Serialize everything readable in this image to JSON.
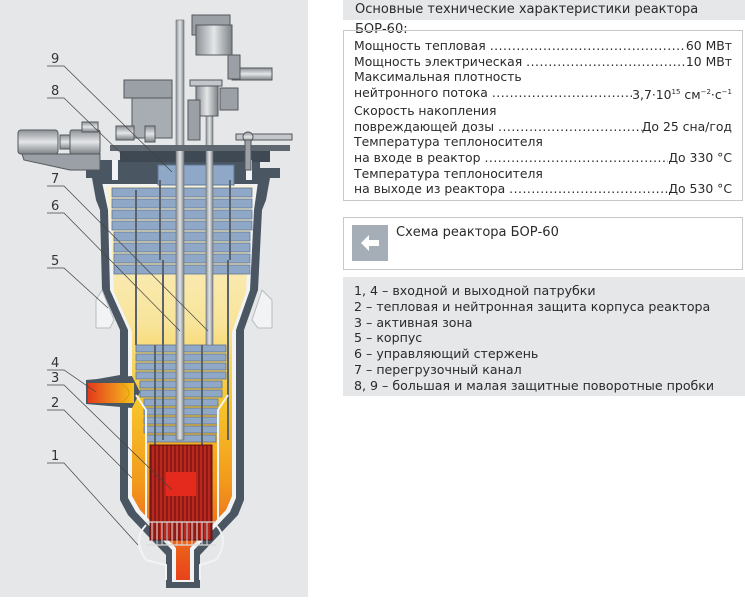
{
  "specs": {
    "title": "Основные технические характеристики реактора БОР-60:",
    "rows": [
      {
        "label": "Мощность тепловая",
        "value": "60 МВт",
        "dots": true
      },
      {
        "label": "Мощность электрическая",
        "value": "10 МВт",
        "dots": true
      },
      {
        "label": "Максимальная плотность",
        "value": "",
        "dots": false
      },
      {
        "label": "нейтронного потока",
        "value_main": "3,7·10",
        "value_exp1": "15",
        "value_unit1": " см",
        "value_exp2": "−2",
        "value_unit2": "·с",
        "value_exp3": "−1",
        "dots": true,
        "sup": true
      },
      {
        "label": "Скорость накопления",
        "value": "",
        "dots": false
      },
      {
        "label": "повреждающей дозы",
        "value": "До 25 сна/год",
        "dots": true
      },
      {
        "label": "Температура теплоносителя",
        "value": "",
        "dots": false
      },
      {
        "label": "на входе в реактор",
        "value": "До 330 °C",
        "dots": true
      },
      {
        "label": "Температура теплоносителя",
        "value": "",
        "dots": false
      },
      {
        "label": "на выходе из реактора",
        "value": "До 530 °C",
        "dots": true
      }
    ]
  },
  "nav": {
    "back_icon": "arrow-left-icon",
    "label": "Схема реактора БОР-60"
  },
  "legend": {
    "items": [
      "1, 4 – входной и выходной патрубки",
      "2 – тепловая и нейтронная защита корпуса реактора",
      "3 – активная зона",
      "5 – корпус",
      "6 – управляющий стержень",
      "7 – перегрузочный канал",
      "8, 9 – большая и малая защитные поворотные пробки"
    ]
  },
  "diagram": {
    "callouts": [
      "9",
      "8",
      "7",
      "6",
      "5",
      "4",
      "3",
      "2",
      "1"
    ]
  },
  "colors": {
    "panel_bg": "#e5e7e9",
    "vessel_dark": "#4a5661",
    "shield_blue": "#8fa8c8",
    "coolant_pale": "#f8eec4",
    "coolant_hot": "#f5b800",
    "core_red": "#a8201a",
    "core_center": "#e32a1c",
    "button_gray": "#a5adb6"
  }
}
